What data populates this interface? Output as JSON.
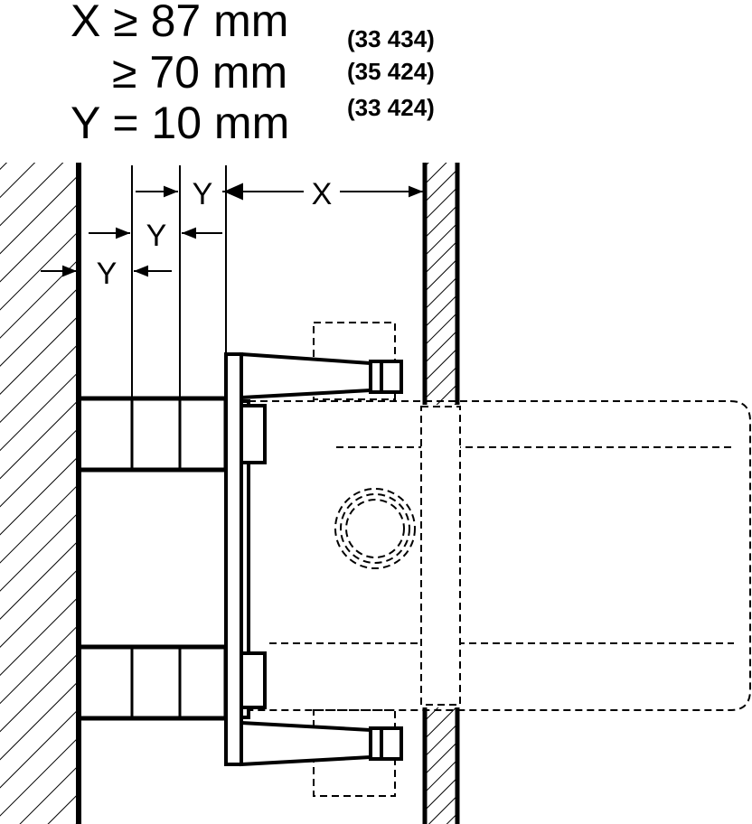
{
  "specs": {
    "x_label": "X ≥ 87 mm",
    "x2_label": "≥ 70 mm",
    "y_label": "Y = 10 mm",
    "code_1": "(33 434)",
    "code_2": "(35 424)",
    "code_3": "(33 424)"
  },
  "dimensions": {
    "x": "X",
    "y": "Y"
  }
}
